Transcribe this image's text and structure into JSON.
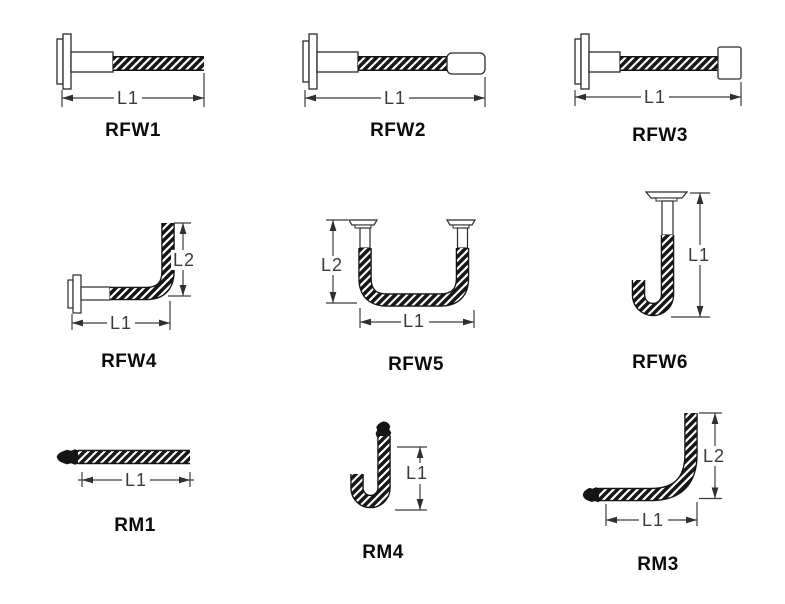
{
  "page": {
    "background": "#ffffff",
    "ink_color": "#141414",
    "dimension_color": "#3c3c3c",
    "description": "Technical line drawings of nine masonry hook / anchor fastener types with length dimensions"
  },
  "figures": [
    {
      "name": "RFW1",
      "dim_l1": "L1"
    },
    {
      "name": "RFW2",
      "dim_l1": "L1"
    },
    {
      "name": "RFW3",
      "dim_l1": "L1"
    },
    {
      "name": "RFW4",
      "dim_l1": "L1",
      "dim_l2": "L2"
    },
    {
      "name": "RFW5",
      "dim_l1": "L1",
      "dim_l2": "L2"
    },
    {
      "name": "RFW6",
      "dim_l1": "L1"
    },
    {
      "name": "RM1",
      "dim_l1": "L1"
    },
    {
      "name": "RM4",
      "dim_l1": "L1"
    },
    {
      "name": "RM3",
      "dim_l1": "L1",
      "dim_l2": "L2"
    }
  ]
}
